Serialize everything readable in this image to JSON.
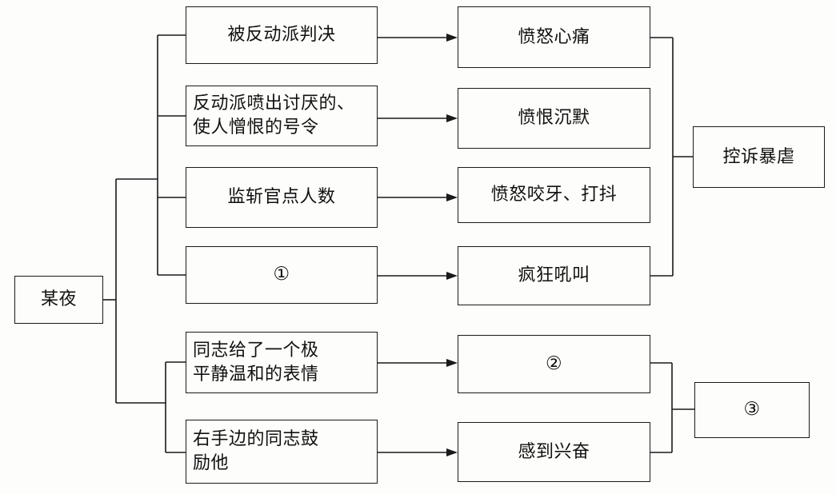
{
  "diagram": {
    "type": "flowchart",
    "title": "",
    "orientation": "left-to-right",
    "root": {
      "label": "某夜"
    },
    "stage1": [
      {
        "id": "s1a",
        "label": "被反动派判决"
      },
      {
        "id": "s1b",
        "label": "反动派喷出讨厌的、\n使人憎恨的号令"
      },
      {
        "id": "s1c",
        "label": "监斩官点人数"
      },
      {
        "id": "s1d",
        "label": "①"
      },
      {
        "id": "s1e",
        "label": "同志给了一个极\n平静温和的表情"
      },
      {
        "id": "s1f",
        "label": "右手边的同志鼓\n励他"
      }
    ],
    "stage2": [
      {
        "id": "s2a",
        "label": "愤怒心痛"
      },
      {
        "id": "s2b",
        "label": "愤恨沉默"
      },
      {
        "id": "s2c",
        "label": "愤怒咬牙、打抖"
      },
      {
        "id": "s2d",
        "label": "疯狂吼叫"
      },
      {
        "id": "s2e",
        "label": "②"
      },
      {
        "id": "s2f",
        "label": "感到兴奋"
      }
    ],
    "stage3": [
      {
        "id": "s3a",
        "label": "控诉暴虐"
      },
      {
        "id": "s3b",
        "label": "③"
      }
    ],
    "colors": {
      "stroke": "#1a1a1a",
      "background": "#fdfdfb",
      "text": "#111111"
    }
  }
}
